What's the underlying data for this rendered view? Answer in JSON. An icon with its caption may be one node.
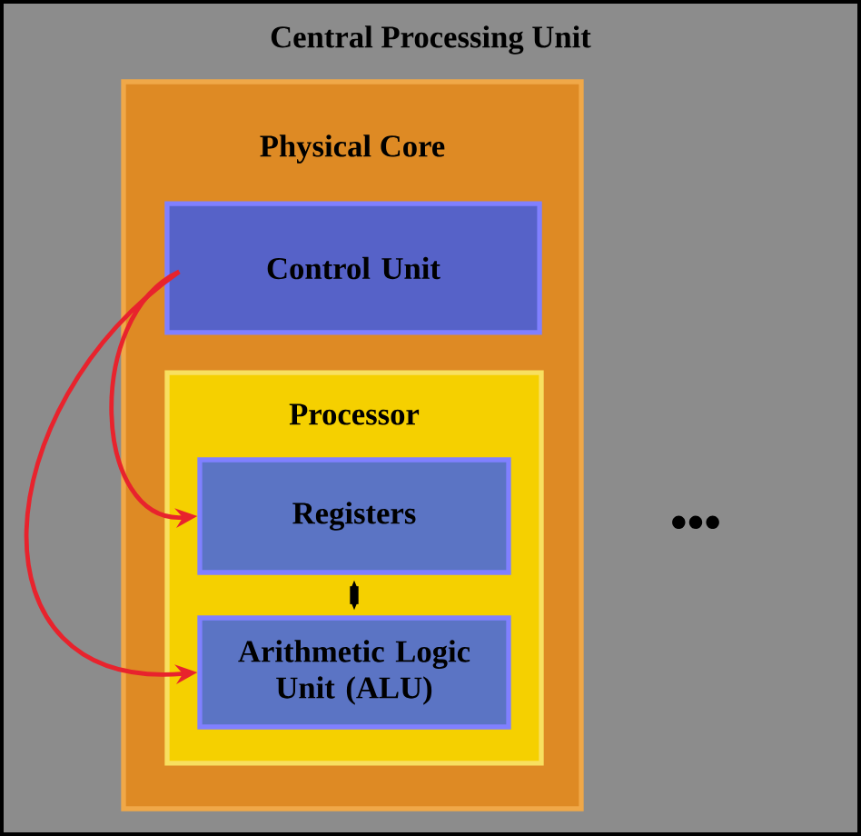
{
  "diagram": {
    "nodes": [
      {
        "text": [
          "Central Processing Unit"
        ]
      },
      {
        "text": [
          "Physical Core"
        ],
        "in": 0
      },
      {
        "text": [
          "Control Unit"
        ],
        "in": 1
      },
      {
        "text": [
          "Processor"
        ],
        "in": 1
      },
      {
        "text": [
          "Registers"
        ],
        "in": 3
      },
      {
        "text": [
          "Arithmetic Logic Unit (ALU)"
        ],
        "in": 3
      }
    ],
    "edges": [
      {
        "from": 2,
        "to": 4,
        "arrow": "to"
      },
      {
        "from": 2,
        "to": 5,
        "arrow": "to"
      },
      {
        "from": 4,
        "to": 5,
        "arrow": "both",
        "style": "thick",
        "color": "#000000"
      }
    ],
    "labels": [
      "•••"
    ]
  }
}
